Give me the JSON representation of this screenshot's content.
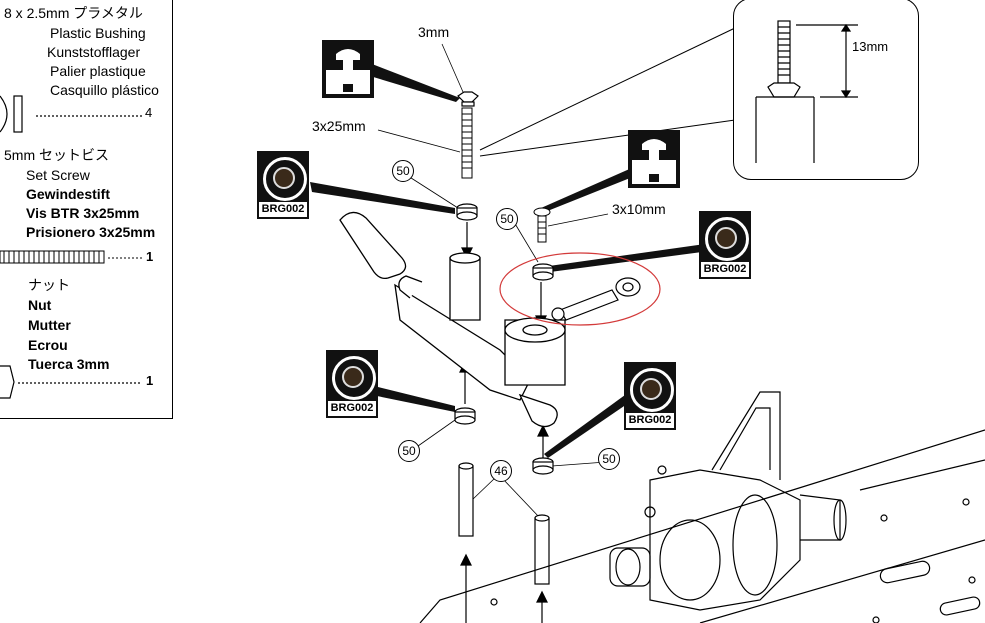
{
  "parts_panel": {
    "bushing": {
      "title": "8 x 2.5mm プラメタル",
      "names": [
        "Plastic Bushing",
        "Kunststofflager",
        "Palier plastique",
        "Casquillo plástico"
      ],
      "qty": "4"
    },
    "set_screw": {
      "title": "5mm セットビス",
      "names": [
        "Set Screw",
        "Gewindestift",
        "Vis BTR 3x25mm",
        "Prisionero 3x25mm"
      ],
      "qty": "1"
    },
    "nut": {
      "title": "ナット",
      "names": [
        "Nut",
        "Mutter",
        "Ecrou",
        "Tuerca 3mm"
      ],
      "qty": "1"
    }
  },
  "labels": {
    "nut_3mm": "3mm",
    "screw_3x25": "3x25mm",
    "screw_3x10": "3x10mm",
    "inset_height": "13mm"
  },
  "bearing_badges": [
    "BRG002",
    "BRG002",
    "BRG002",
    "BRG002"
  ],
  "part_numbers": {
    "bushing": "50",
    "post": "46"
  },
  "colors": {
    "highlight_ellipse": "#d33a3a",
    "ink": "#000000"
  }
}
